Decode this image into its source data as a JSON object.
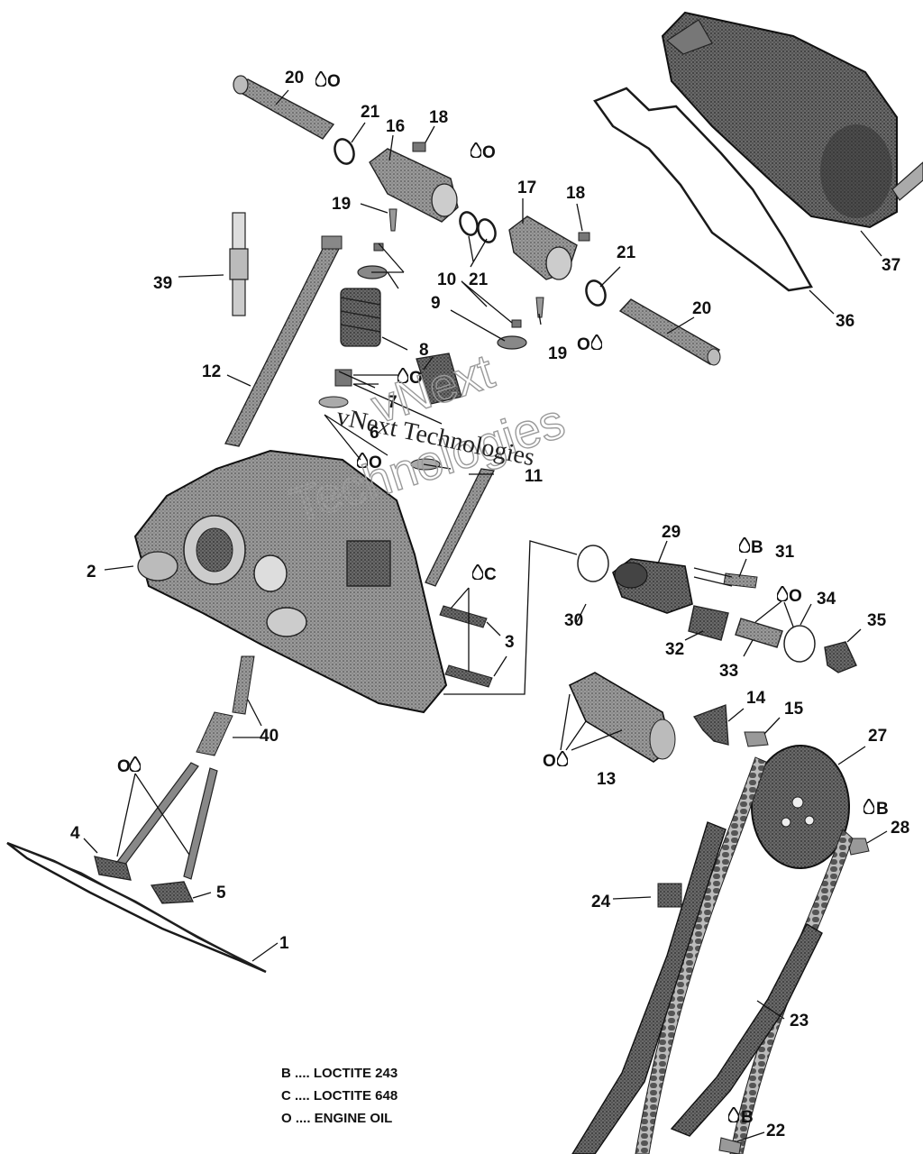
{
  "callouts": {
    "c1": "1",
    "c2": "2",
    "c3": "3",
    "c4": "4",
    "c5": "5",
    "c6": "6",
    "c7": "7",
    "c8": "8",
    "c9": "9",
    "c10": "10",
    "c11": "11",
    "c12": "12",
    "c13": "13",
    "c14": "14",
    "c15": "15",
    "c16": "16",
    "c17": "17",
    "c18a": "18",
    "c18b": "18",
    "c19a": "19",
    "c19b": "19",
    "c20a": "20",
    "c20b": "20",
    "c21a": "21",
    "c21b": "21",
    "c21c": "21",
    "c22": "22",
    "c23": "23",
    "c24": "24",
    "c27": "27",
    "c28": "28",
    "c29": "29",
    "c30": "30",
    "c31": "31",
    "c32": "32",
    "c33": "33",
    "c34": "34",
    "c35": "35",
    "c36": "36",
    "c37": "37",
    "c39": "39",
    "c40": "40"
  },
  "drop_labels": {
    "d20": "O",
    "d16": "O",
    "d20b": "O",
    "d7": "O",
    "d6": "O",
    "d3": "C",
    "d31": "B",
    "d34": "O",
    "d13": "O",
    "d4": "O",
    "d28": "B",
    "d22": "B"
  },
  "watermark": {
    "line1": "vNext Technologies",
    "line2": "vNext",
    "line3": "Technologies"
  },
  "legend": {
    "b": "B .... LOCTITE 243",
    "c": "C .... LOCTITE 648",
    "o": "O .... ENGINE OIL"
  }
}
